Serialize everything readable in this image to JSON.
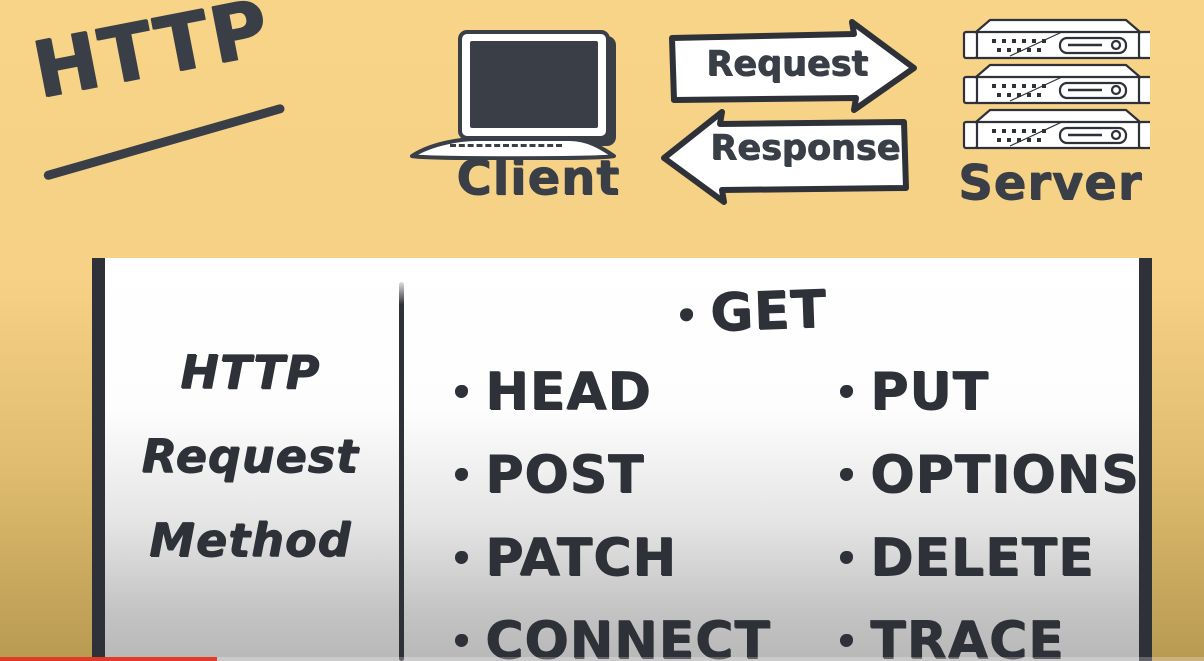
{
  "slide": {
    "title": "HTTP",
    "background_color": "#f6d186",
    "ink_color": "#3a3f47"
  },
  "diagram": {
    "client": {
      "label": "Client",
      "icon": "laptop-icon"
    },
    "server": {
      "label": "Server",
      "icon": "server-rack-icon",
      "units": 3
    },
    "arrows": [
      {
        "label": "Request",
        "direction": "right",
        "icon": "arrow-right-icon"
      },
      {
        "label": "Response",
        "direction": "left",
        "icon": "arrow-left-icon"
      }
    ]
  },
  "panel": {
    "heading_lines": [
      "HTTP",
      "Request",
      "Method"
    ],
    "columns": [
      {
        "name": "column-one",
        "items": [
          "HEAD",
          "POST",
          "PATCH",
          "CONNECT"
        ]
      },
      {
        "name": "column-two",
        "items": [
          "PUT",
          "OPTIONS",
          "DELETE",
          "TRACE"
        ]
      }
    ],
    "featured_item": "GET",
    "all_methods": [
      "GET",
      "HEAD",
      "POST",
      "PATCH",
      "CONNECT",
      "PUT",
      "OPTIONS",
      "DELETE",
      "TRACE"
    ]
  },
  "player": {
    "progress_percent": 18,
    "progress_color": "#e03a28"
  }
}
